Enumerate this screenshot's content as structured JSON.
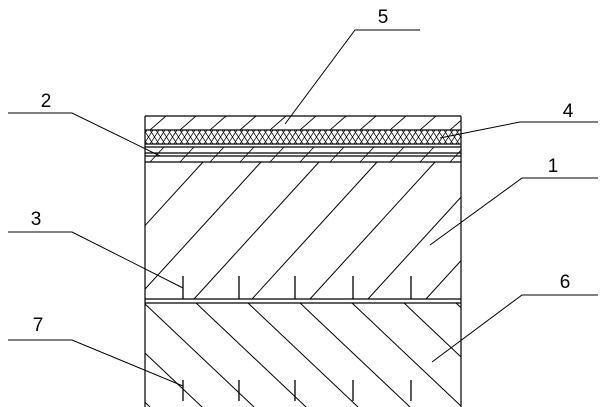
{
  "labels": {
    "l1": "1",
    "l2": "2",
    "l3": "3",
    "l4": "4",
    "l5": "5",
    "l6": "6",
    "l7": "7"
  },
  "colors": {
    "stroke": "#000000",
    "background": "#ffffff"
  }
}
